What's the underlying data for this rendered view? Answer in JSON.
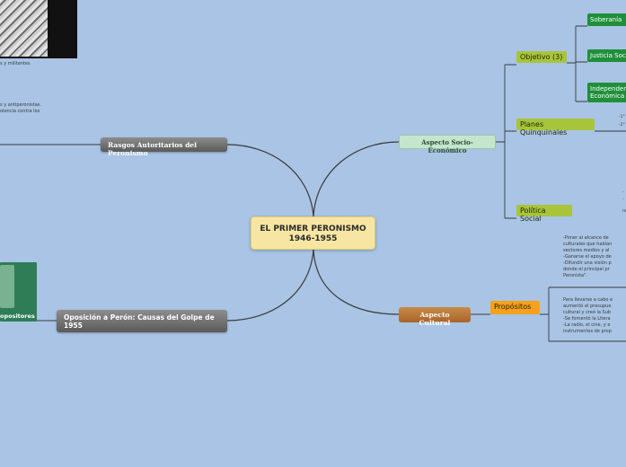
{
  "central": {
    "line1": "EL PRIMER PERONISMO",
    "line2": "1946-1955"
  },
  "left_branches": {
    "rasgos": "Rasgos Autoritarios del Peronismo",
    "oposicion": "Oposición a Perón: Causas del Golpe de 1955"
  },
  "right_branches": {
    "socio": "Aspecto Socio-Económico",
    "cultural": "Aspecto Cultural"
  },
  "socio_children": {
    "objetivo": "Objetivo (3)",
    "planes": "Planes Quinquinales",
    "politica": "Política Social"
  },
  "objetivo_children": {
    "soberania": "Soberanía",
    "justicia": "Justicia Soc",
    "independencia": "Independen\nEconómica"
  },
  "cultural_children": {
    "propositos": "Propósitos"
  },
  "left_notes": {
    "caption": "s y militantes",
    "text": "s y antiperonistas.\nolencia contra los",
    "box_label": "opositores"
  },
  "planes_ticks": {
    "t1": "-1°",
    "t2": "-2°"
  },
  "politica_ticks": {
    "t1": "-",
    "t2": "-",
    "t3": "m"
  },
  "propositos_notes": {
    "top": "-Poner al alcance de\nculturales que habían\nsectores medios y al\n-Ganarse el apoyo de\n-Difundir una visión p\ndonde el principal pr\nPeronista\".",
    "bottom": "Para llevarse a cabo e\naumentó el presupue\ncultural y creó la Sub\n-Se fomentó la Litera\n-La radio, el cine, y e\ninstrumentos de prop"
  },
  "colors": {
    "background": "#a9c4e4",
    "central": "#f7e6a3",
    "gray_node": "#6e6e6e",
    "socio": "#c5e6cd",
    "cultural": "#b87537",
    "olive": "#a8c43b",
    "green": "#1f8f3a",
    "orange": "#f4a11b",
    "teal": "#2e7d57"
  }
}
